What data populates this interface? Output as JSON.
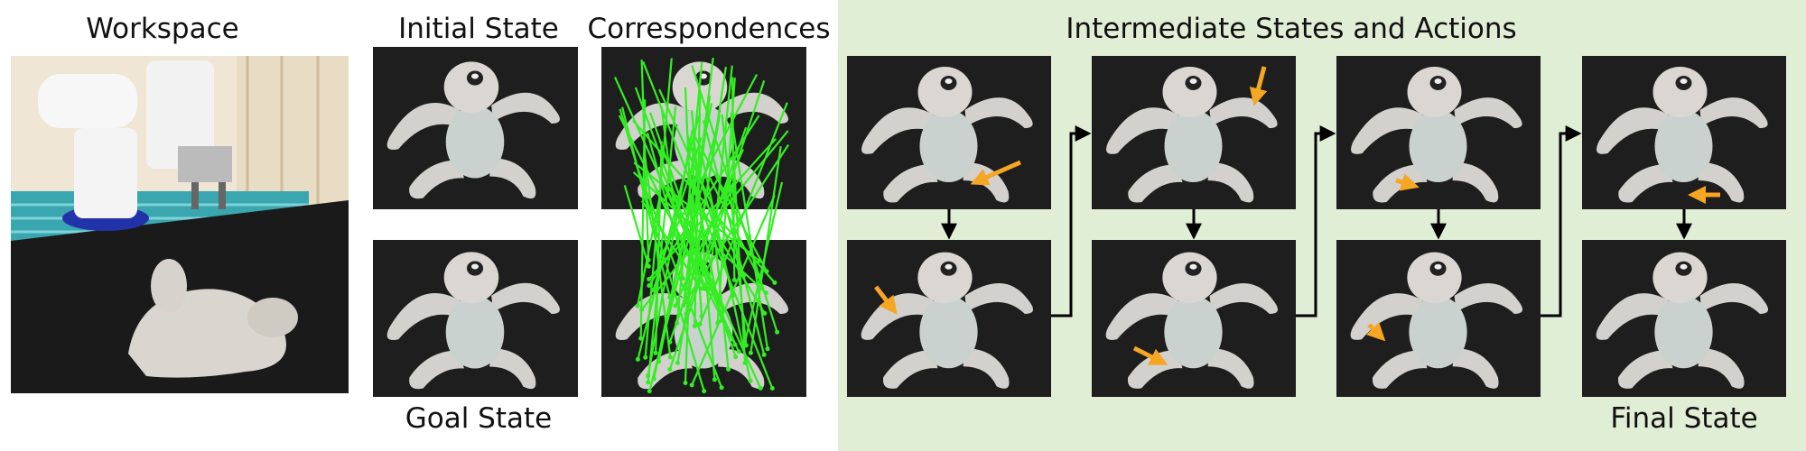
{
  "labels": {
    "workspace": "Workspace",
    "initial_state": "Initial State",
    "correspondences": "Correspondences",
    "intermediate": "Intermediate States and Actions",
    "goal_state": "Goal State",
    "final_state": "Final State"
  },
  "colors": {
    "panel_bg": "#1e1e1e",
    "plush": "#d3d1cd",
    "plush_shade": "#b9b6b1",
    "belly": "#c9d2cf",
    "action_arrow": "#f5a623",
    "correspondence_line": "#33ee22",
    "flow_arrow": "#000000",
    "green_region": "#e1eed6"
  },
  "icons": {
    "workspace_photo": "robot-arm-with-plush-toy",
    "state_image": "plush-sloth-toy",
    "action": "orange-arrow",
    "correspondence": "green-lines"
  }
}
